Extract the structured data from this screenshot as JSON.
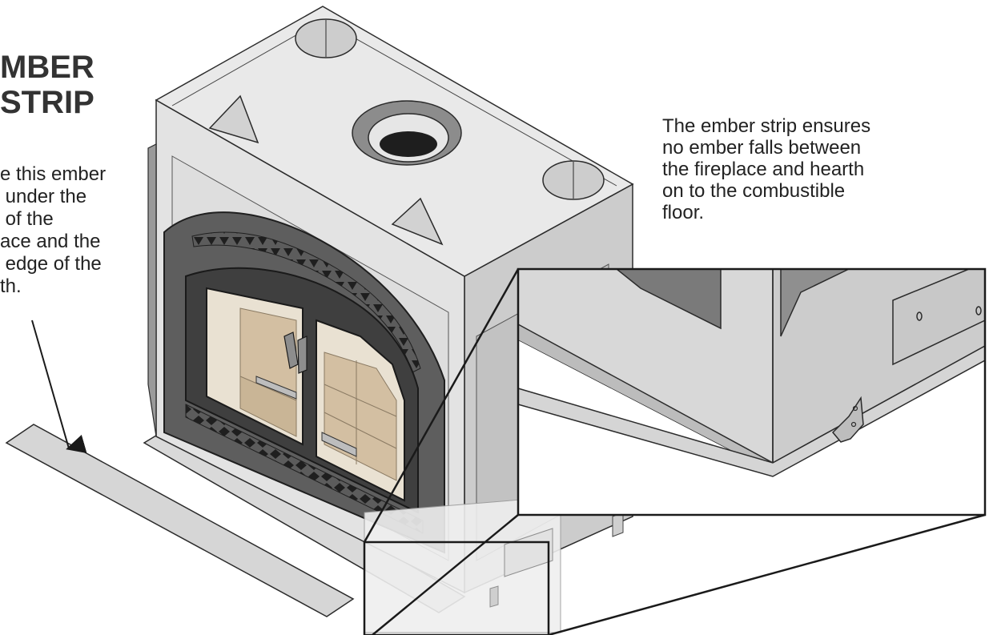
{
  "title": {
    "line1": "MBER",
    "line2": "STRIP"
  },
  "left_note": {
    "lines": [
      "e this ember",
      " under the",
      " of the",
      "ace and the",
      " edge of the",
      "th."
    ]
  },
  "right_note": {
    "lines": [
      "The ember strip ensures",
      "no ember falls between",
      "the fireplace and hearth",
      "on to the combustible",
      "floor."
    ]
  },
  "colors": {
    "outline": "#2b2b2b",
    "panel_light": "#e4e4e4",
    "panel_mid": "#cfcfcf",
    "panel_dark": "#a9a9a9",
    "door_frame": "#6b6b6b",
    "firebox": "#d9c7ae",
    "strip": "#d6d6d6"
  },
  "icons": [
    "arrow-icon"
  ]
}
